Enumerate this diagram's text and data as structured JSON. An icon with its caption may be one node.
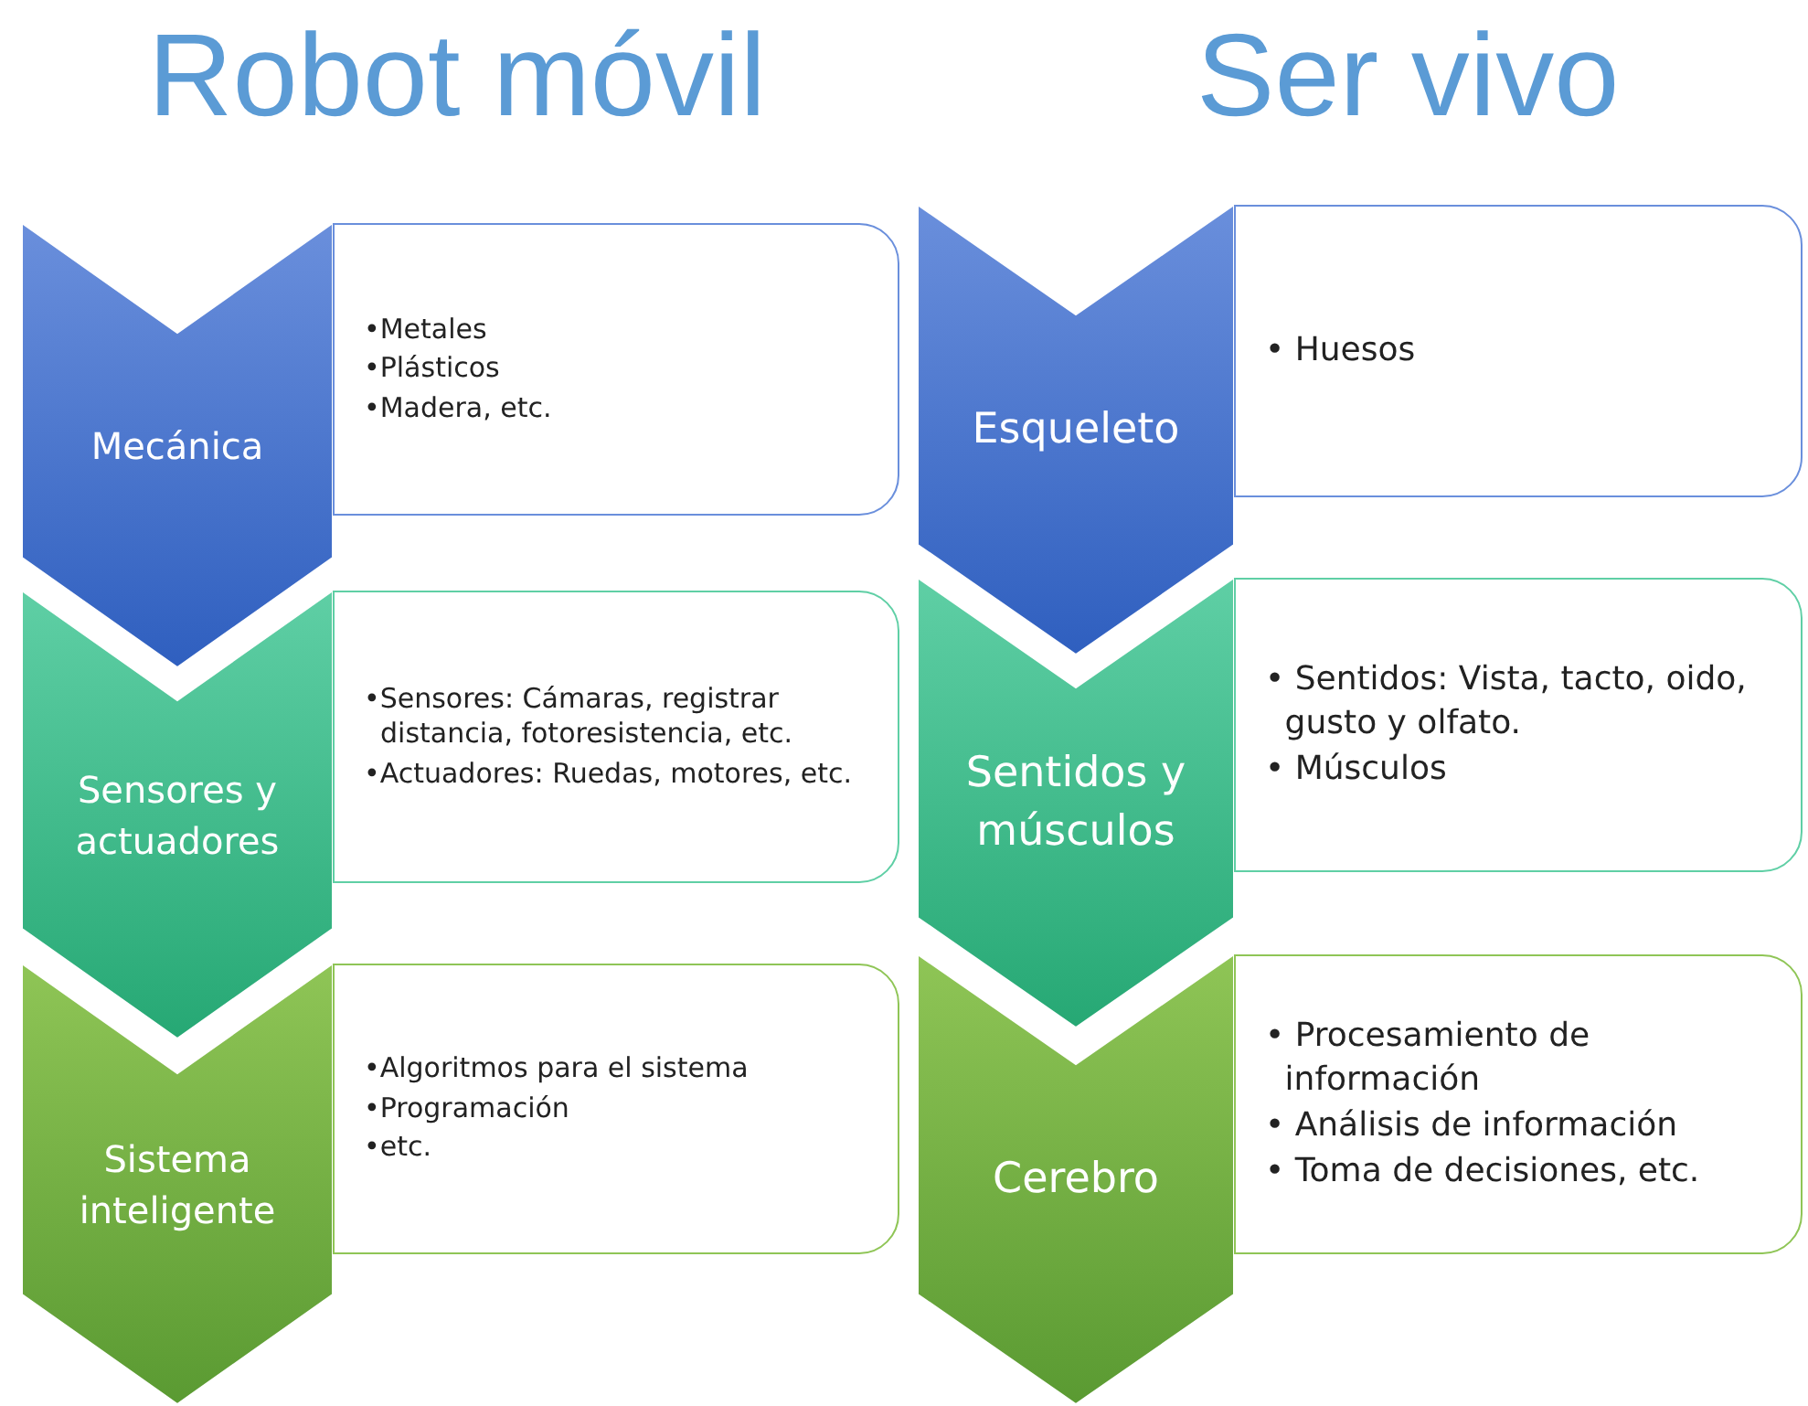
{
  "diagram": {
    "nodes": [
      {
        "text": [
          "Mecánica"
        ]
      },
      {
        "text": [
          "•Metales",
          "•Plásticos",
          "•Madera, etc."
        ]
      },
      {
        "text": [
          "Sensores y actuadores"
        ]
      },
      {
        "text": [
          "•Sensores: Cámaras, registrar distancia, fotoresistencia, etc.",
          "•Actuadores: Ruedas, motores, etc."
        ]
      },
      {
        "text": [
          "Sistema inteligente"
        ]
      },
      {
        "text": [
          "•Algoritmos para el sistema",
          "•Programación",
          "•etc."
        ]
      },
      {
        "text": [
          "Esqueleto"
        ]
      },
      {
        "text": [
          "• Huesos"
        ]
      },
      {
        "text": [
          "Sentidos y músculos"
        ]
      },
      {
        "text": [
          "• Sentidos: Vista, tacto, oido, gusto y olfato.",
          "• Músculos"
        ]
      },
      {
        "text": [
          "Cerebro"
        ]
      },
      {
        "text": [
          "• Procesamiento de información",
          "• Análisis de información",
          "• Toma de decisiones, etc."
        ]
      }
    ],
    "edges": [],
    "labels": [
      "Robot móvil",
      "Ser vivo"
    ]
  }
}
